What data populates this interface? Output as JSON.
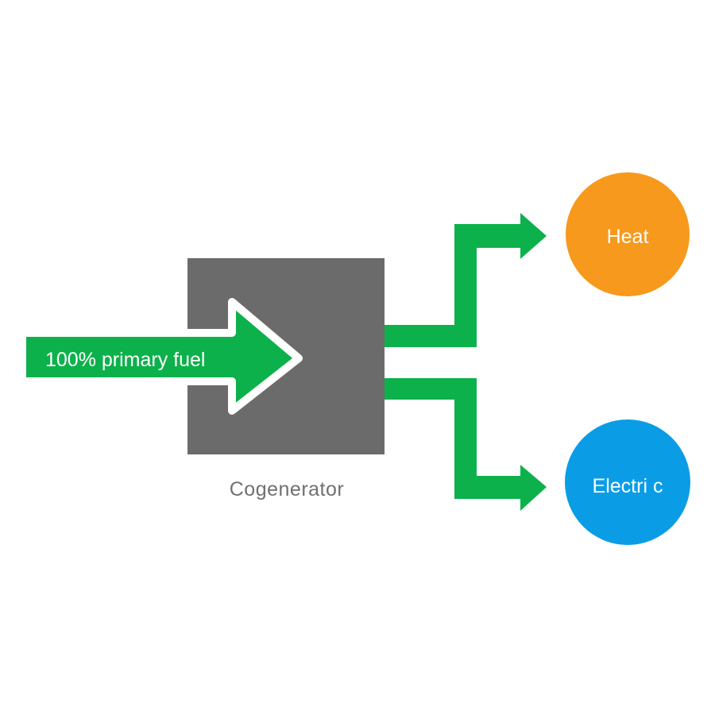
{
  "diagram": {
    "input_label": "100% primary fuel",
    "box_label": "Cogenerator",
    "heat_label": "Heat",
    "electric_label": "Electri c"
  },
  "colors": {
    "arrow_green": "#0db14b",
    "box_gray": "#6b6b6b",
    "caption_gray": "#707070",
    "heat_orange": "#f7991c",
    "electric_blue": "#0a9de6",
    "text_white": "#ffffff"
  }
}
